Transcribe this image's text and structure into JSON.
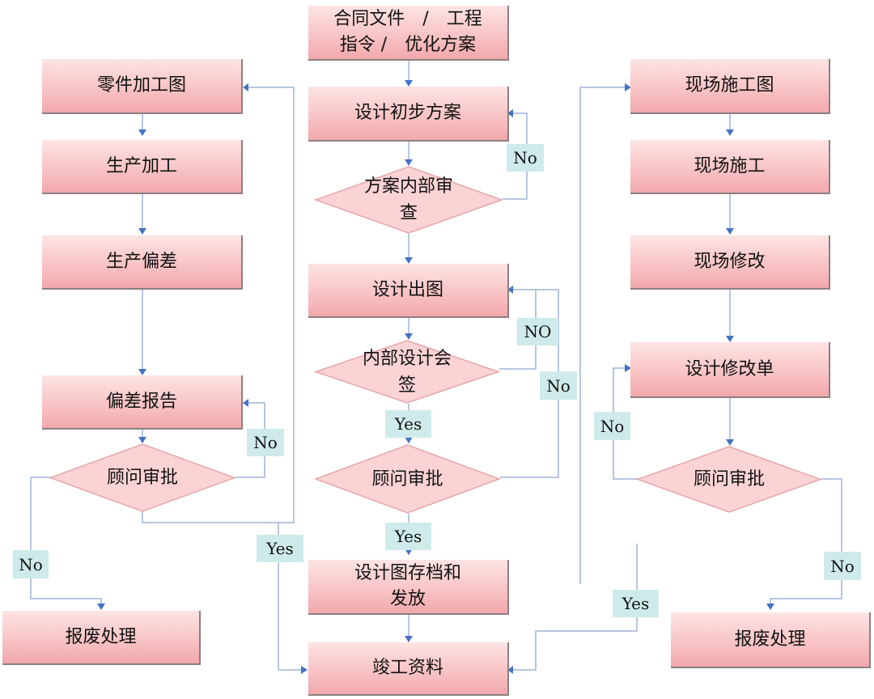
{
  "nodes": {
    "contract_docs": "合同文件　/　工程\n指令 /　优化方案",
    "part_drawing": "零件加工图",
    "production": "生产加工",
    "production_deviation": "生产偏差",
    "deviation_report": "偏差报告",
    "consultant_approval_left": "顾问审批",
    "scrap_left": "报废处理",
    "preliminary_design": "设计初步方案",
    "internal_review": "方案内部审\n查",
    "design_drawing": "设计出图",
    "internal_signoff": "内部设计会\n签",
    "consultant_approval_mid": "顾问审批",
    "archive_release": "设计图存档和\n发放",
    "as_built": "竣工资料",
    "site_drawing": "现场施工图",
    "site_construction": "现场施工",
    "site_modification": "现场修改",
    "design_change_order": "设计修改单",
    "consultant_approval_right": "顾问审批",
    "scrap_right": "报废处理"
  },
  "labels": {
    "no_review": "No",
    "no_design_upper": "NO",
    "no_design_lower": "No",
    "yes_signoff": "Yes",
    "yes_approval_mid": "Yes",
    "no_left_loop": "No",
    "no_left_scrap": "No",
    "yes_left": "Yes",
    "no_right_loop": "No",
    "no_right_scrap": "No",
    "yes_right": "Yes"
  },
  "colors": {
    "box_top": "#fde4e4",
    "box_bottom": "#f2a8ac",
    "box_shadow": "#8c7f80",
    "diamond_fill": "#fbd3d5",
    "diamond_stroke": "#e6a7ab",
    "connector": "#9fb3d8",
    "arrowhead": "#4472c4",
    "tag_fill": "#cfeaeb"
  }
}
